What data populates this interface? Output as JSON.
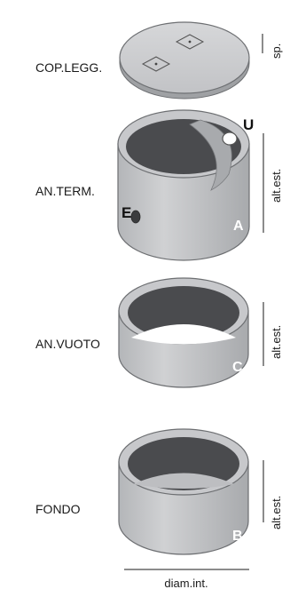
{
  "components": {
    "cover": {
      "label": "COP.LEGG.",
      "dimension": "sp."
    },
    "terminal_ring": {
      "label": "AN.TERM.",
      "dimension": "alt.est.",
      "letter": "A",
      "outlet": "U",
      "inlet": "E"
    },
    "empty_ring": {
      "label": "AN.VUOTO",
      "dimension": "alt.est.",
      "letter": "C"
    },
    "bottom": {
      "label": "FONDO",
      "dimension": "alt.est.",
      "letter": "B"
    }
  },
  "base_dimension": "diam.int.",
  "colors": {
    "concrete": "#c9cacc",
    "concrete_dark": "#a9abae",
    "interior": "#4c4d50",
    "outline": "#6d6f72",
    "line": "#1a1a1a"
  }
}
